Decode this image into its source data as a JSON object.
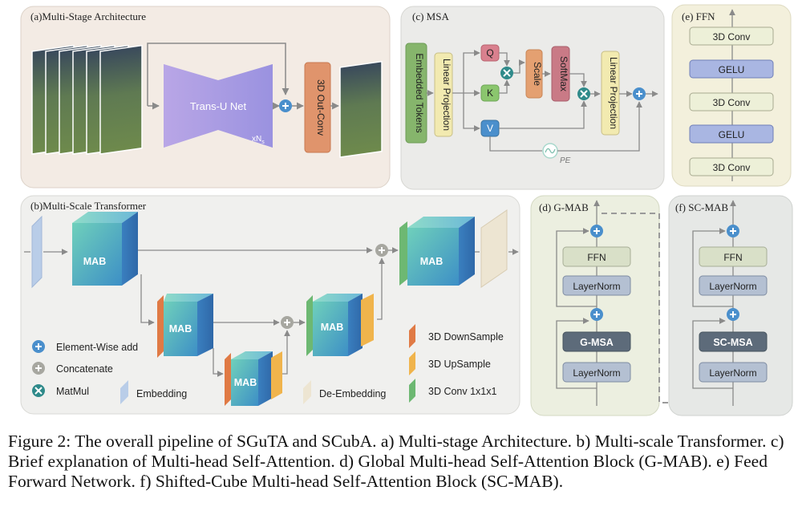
{
  "panels": {
    "a": {
      "title": "(a)Multi-Stage Architecture",
      "trans_u_net": "Trans-U Net",
      "repeat": "xN",
      "repeat_sub": "s",
      "out_conv": "3D Out-Conv"
    },
    "b": {
      "title": "(b)Multi-Scale Transformer",
      "mab": "MAB"
    },
    "c": {
      "title": "(c) MSA",
      "embedded_tokens": "Embedded Tokens",
      "linear_projection_in": "Linear Projection",
      "q": "Q",
      "k": "K",
      "v": "V",
      "scale": "Scale",
      "softmax": "SoftMax",
      "linear_projection_out": "Linear Projection",
      "pe": "PE"
    },
    "d": {
      "title": "(d) G-MAB",
      "ffn": "FFN",
      "layernorm_top": "LayerNorm",
      "gmsa": "G-MSA",
      "layernorm_bottom": "LayerNorm"
    },
    "e": {
      "title": "(e) FFN",
      "layers": [
        "3D Conv",
        "GELU",
        "3D Conv",
        "GELU",
        "3D Conv"
      ]
    },
    "f": {
      "title": "(f) SC-MAB",
      "ffn": "FFN",
      "layernorm_top": "LayerNorm",
      "scmsa": "SC-MSA",
      "layernorm_bottom": "LayerNorm"
    }
  },
  "legend": {
    "element_wise_add": "Element-Wise add",
    "concatenate": "Concatenate",
    "matmul": "MatMul",
    "embedding": "Embedding",
    "de_embedding": "De-Embedding",
    "downsample": "3D DownSample",
    "upsample": "3D UpSample",
    "conv1x1": "3D Conv 1x1x1"
  },
  "caption": "Figure 2: The overall pipeline of SGuTA and SCubA. a) Multi-stage Architecture. b) Multi-scale Transformer. c) Brief explanation of Multi-head Self-Attention. d) Global Multi-head Self-Attention Block (G-MAB). e) Feed Forward Network.  f) Shifted-Cube Multi-head Self-Attention Block (SC-MAB).",
  "colors": {
    "panel_a_bg": "#f3ebe4",
    "panel_b_bg": "#f0f0ee",
    "panel_c_bg": "#ebebe9",
    "panel_d_bg": "#ecefe0",
    "panel_e_bg": "#f3f0dc",
    "panel_f_bg": "#e6e8e6",
    "mab_teal": "#5cc4b4",
    "mab_blue": "#3a86c5",
    "downsample": "#e07a45",
    "upsample": "#f0b44c",
    "conv1x1": "#6db872",
    "add_circle": "#4a8fcc",
    "concat_circle": "#a7a7a0",
    "matmul_circle": "#2f8a8a"
  }
}
